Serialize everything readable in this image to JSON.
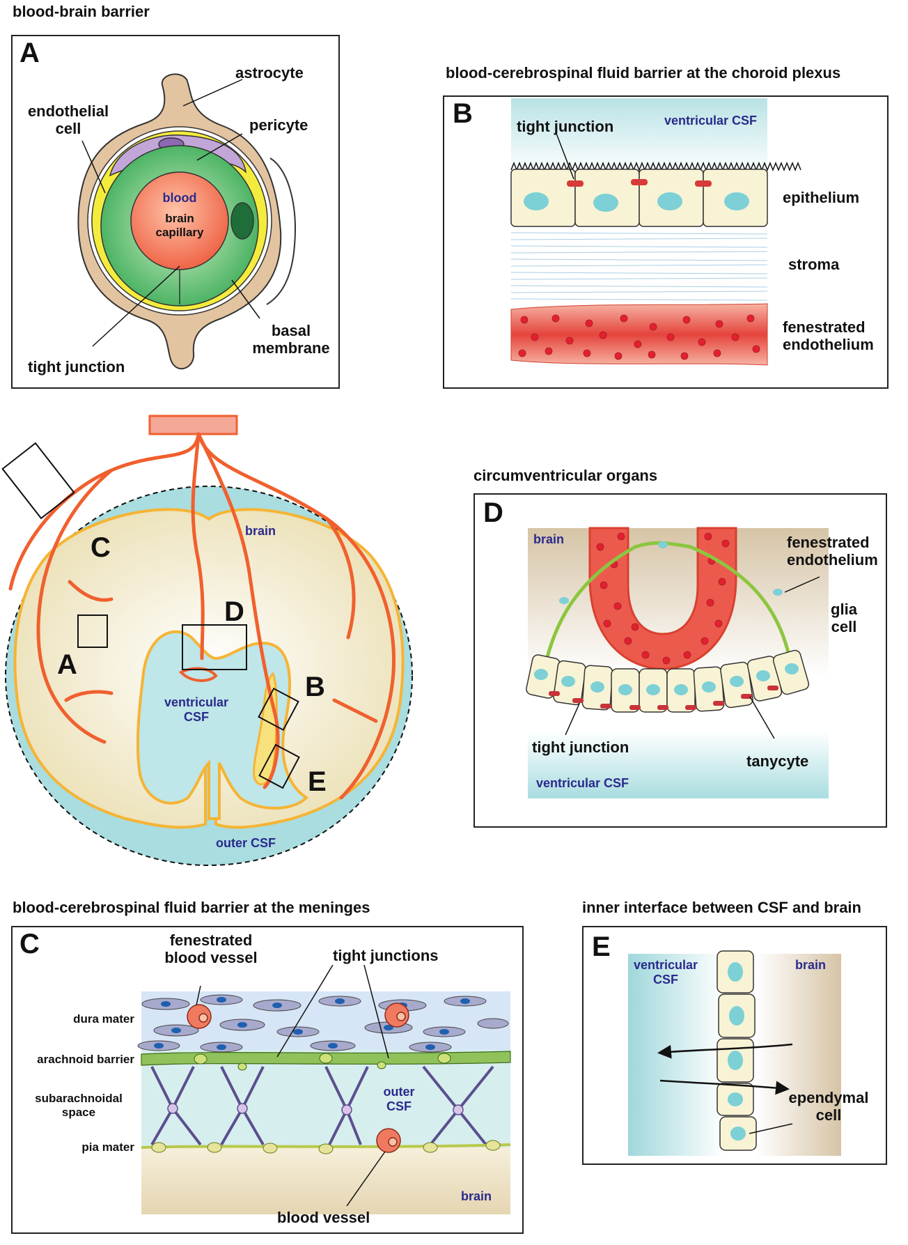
{
  "headings": {
    "bbb": "blood-brain barrier",
    "choroid": "blood-cerebrospinal fluid barrier at the choroid plexus",
    "cvo": "circumventricular organs",
    "meninges": "blood-cerebrospinal fluid barrier at the meninges",
    "inner": "inner interface between CSF and brain"
  },
  "panel_a": {
    "letter": "A",
    "astrocyte": "astrocyte",
    "pericyte": "pericyte",
    "endothelial": "endothelial cell",
    "blood": "blood",
    "capillary": "brain capillary",
    "basal": "basal membrane",
    "tight": "tight junction"
  },
  "panel_b": {
    "letter": "B",
    "tight": "tight junction",
    "csf": "ventricular CSF",
    "epithelium": "epithelium",
    "stroma": "stroma",
    "fenestrated": "fenestrated endothelium"
  },
  "overview": {
    "brain": "brain",
    "ventricular": "ventricular CSF",
    "outer": "outer CSF",
    "box_a": "A",
    "box_b": "B",
    "box_c": "C",
    "box_d": "D",
    "box_e": "E"
  },
  "panel_d": {
    "letter": "D",
    "brain": "brain",
    "fenestrated": "fenestrated endothelium",
    "glia": "glia cell",
    "tight": "tight junction",
    "tanycyte": "tanycyte",
    "csf": "ventricular CSF"
  },
  "panel_c": {
    "letter": "C",
    "fen_vessel": "fenestrated blood vessel",
    "tight": "tight junctions",
    "dura": "dura mater",
    "arachnoid": "arachnoid barrier",
    "subarachnoid": "subarachnoidal space",
    "pia": "pia mater",
    "outer": "outer CSF",
    "brain": "brain",
    "vessel": "blood vessel"
  },
  "panel_e": {
    "letter": "E",
    "csf": "ventricular CSF",
    "brain": "brain",
    "ependymal": "ependymal cell"
  },
  "colors": {
    "vessel": "#f0602e",
    "membrane": "#f5b435",
    "csf": "#a9dde0",
    "brain_tissue": "#f6efda",
    "endothelium": "#e8463e",
    "nucleus": "#7cd0d6",
    "label_blue": "#2a2a8c"
  }
}
